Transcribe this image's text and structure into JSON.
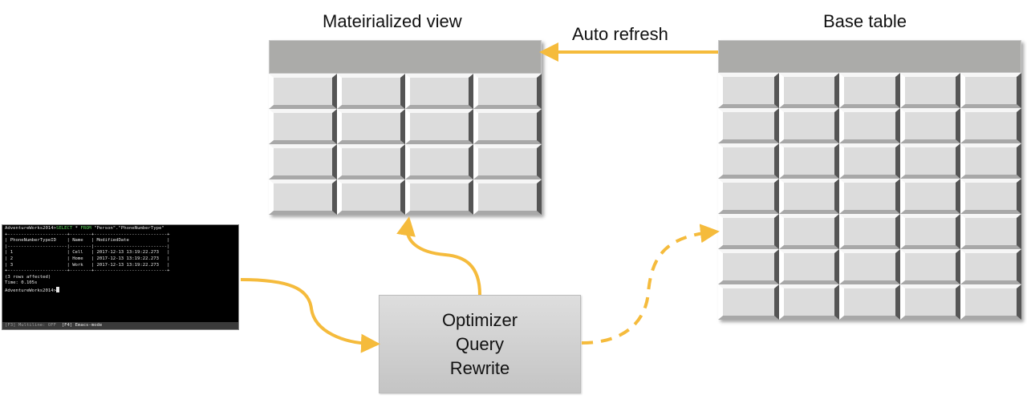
{
  "materialized_view": {
    "title": "Mateirialized view",
    "columns": 4,
    "rows": 4
  },
  "base_table": {
    "title": "Base table",
    "columns": 5,
    "rows": 7
  },
  "auto_refresh": {
    "label": "Auto refresh"
  },
  "optimizer": {
    "lines": [
      "Optimizer",
      "Query",
      "Rewrite"
    ]
  },
  "terminal": {
    "prompt": "AdventureWorks2014>",
    "command_parts": [
      {
        "text": "SELECT",
        "kind": "kw"
      },
      {
        "text": " * ",
        "kind": "str"
      },
      {
        "text": "FROM",
        "kind": "kw"
      },
      {
        "text": " \"Person\".\"PhoneNumberType\"",
        "kind": "str"
      }
    ],
    "table_border": "+----------------------+--------+---------------------------+",
    "table_header": [
      "PhoneNumberTypeID",
      "Name",
      "ModifiedDate"
    ],
    "table_rows": [
      [
        "1",
        "Cell",
        "2017-12-13 13:19:22.273"
      ],
      [
        "2",
        "Home",
        "2017-12-13 13:19:22.273"
      ],
      [
        "3",
        "Work",
        "2017-12-13 13:19:22.273"
      ]
    ],
    "rows_affected": "(3 rows affected)",
    "time": "Time: 0.105s",
    "final_prompt": "AdventureWorks2014>",
    "status_bar": {
      "multiline": "[F3] Multiline: OFF",
      "mode": "[F4] Emacs-mode"
    }
  },
  "colors": {
    "arrow": "#f5bb3c",
    "table_header": "#ababa9",
    "cell": "#dcdcdc",
    "keyword": "#5fd75f"
  }
}
